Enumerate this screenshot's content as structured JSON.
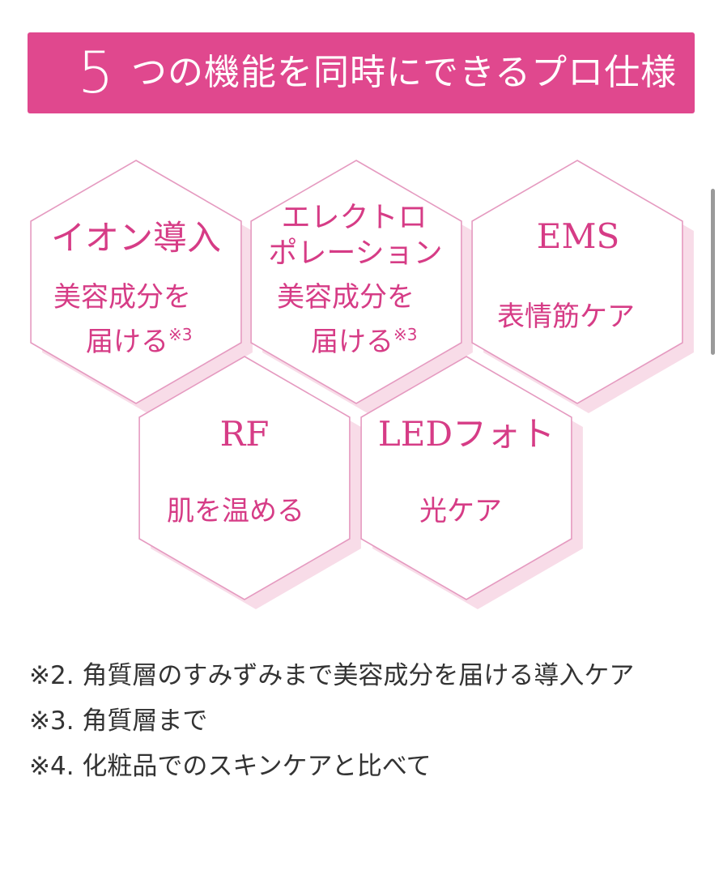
{
  "banner": {
    "number": "5",
    "text": "つの機能を同時にできるプロ仕様"
  },
  "features": [
    {
      "label": "イオン導入",
      "desc_line1": "美容成分を",
      "desc_line2": "届ける",
      "note": "※3"
    },
    {
      "label_line1": "エレクトロ",
      "label_line2": "ポレーション",
      "desc_line1": "美容成分を",
      "desc_line2": "届ける",
      "note": "※3"
    },
    {
      "label": "EMS",
      "desc": "表情筋ケア"
    },
    {
      "label": "RF",
      "desc": "肌を温める"
    },
    {
      "label": "LEDフォト",
      "desc": "光ケア"
    }
  ],
  "notes": [
    "※2. 角質層のすみずみまで美容成分を届ける導入ケア",
    "※3. 角質層まで",
    "※4. 化粧品でのスキンケアと比べて"
  ],
  "colors": {
    "accent": "#e0488e",
    "text_pink": "#d63c86",
    "hex_stroke": "#e59ac0",
    "hex_shadow": "#f8dce8"
  }
}
